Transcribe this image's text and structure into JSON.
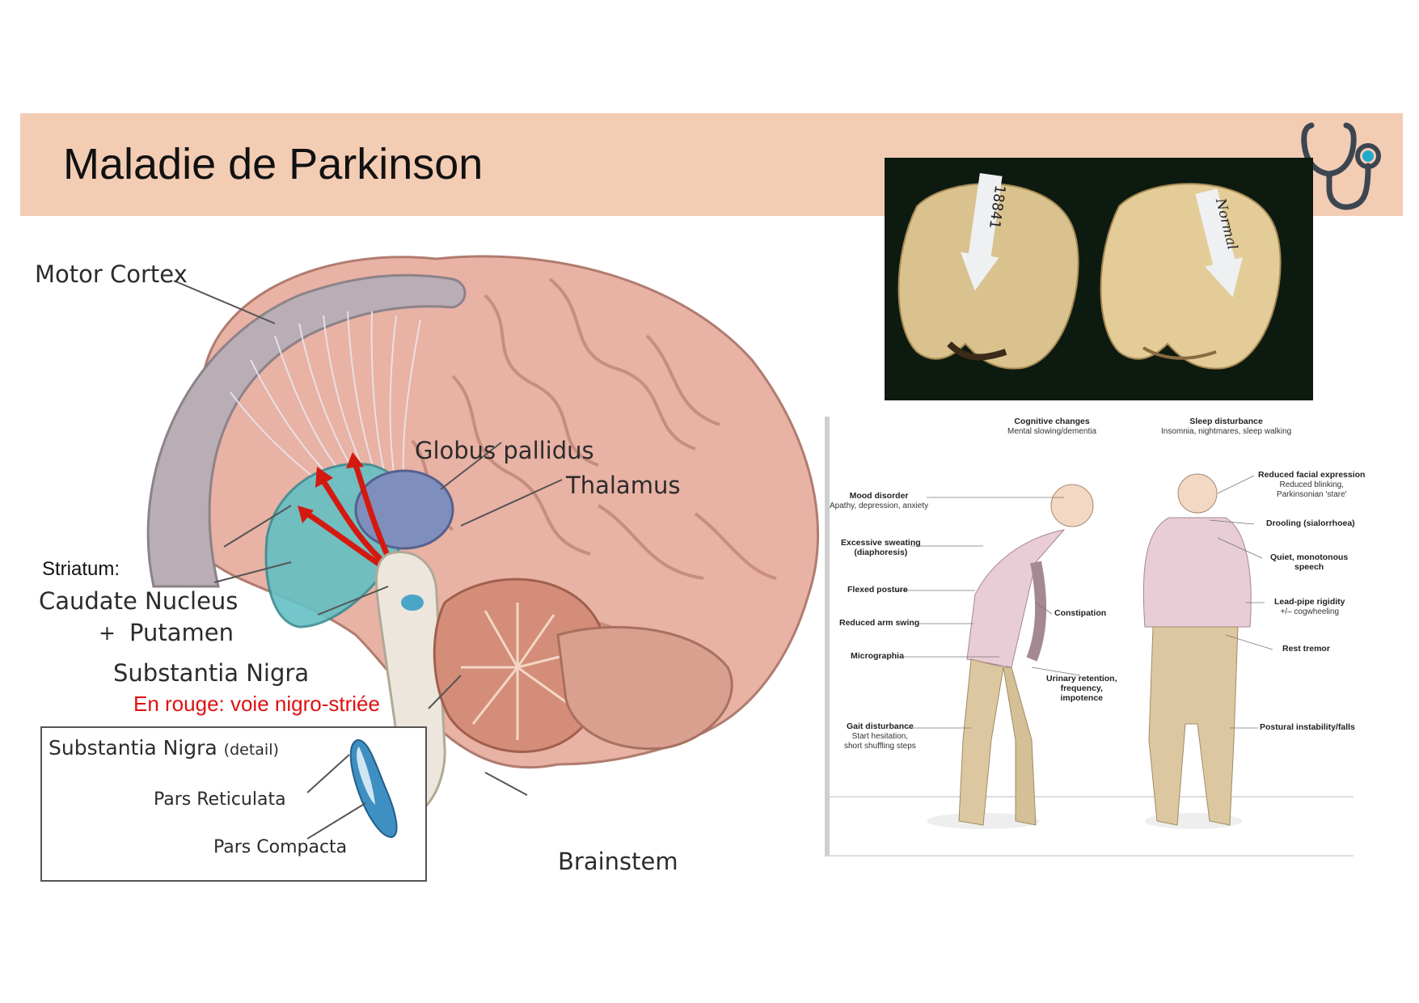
{
  "title": "Maladie de Parkinson",
  "brain": {
    "motor_cortex": "Motor Cortex",
    "globus_pallidus": "Globus pallidus",
    "thalamus": "Thalamus",
    "striatum": "Striatum:",
    "caudate": "Caudate Nucleus",
    "plus": "+",
    "putamen": "Putamen",
    "substantia_nigra": "Substantia Nigra",
    "note": "En rouge: voie nigro-striée",
    "detail_title": "Substantia Nigra",
    "detail_suffix": "(detail)",
    "pars_reticulata": "Pars Reticulata",
    "pars_compacta": "Pars Compacta",
    "brainstem": "Brainstem"
  },
  "photo": {
    "left_tag": "18841",
    "right_tag": "Normal"
  },
  "symptoms": {
    "cognitive_title": "Cognitive changes",
    "cognitive_sub": "Mental slowing/dementia",
    "sleep_title": "Sleep disturbance",
    "sleep_sub": "Insomnia, nightmares, sleep walking",
    "mood_title": "Mood disorder",
    "mood_sub": "Apathy, depression, anxiety",
    "sweat_title": "Excessive sweating",
    "sweat_sub": "(diaphoresis)",
    "flexed": "Flexed posture",
    "arm_swing": "Reduced arm swing",
    "micrographia": "Micrographia",
    "gait_title": "Gait disturbance",
    "gait_sub1": "Start hesitation,",
    "gait_sub2": "short shuffling steps",
    "constipation": "Constipation",
    "urinary1": "Urinary retention,",
    "urinary2": "frequency,",
    "urinary3": "impotence",
    "facial_title": "Reduced facial expression",
    "facial_sub1": "Reduced blinking,",
    "facial_sub2": "Parkinsonian 'stare'",
    "drooling": "Drooling (sialorrhoea)",
    "speech1": "Quiet, monotonous",
    "speech2": "speech",
    "rigidity_title": "Lead-pipe rigidity",
    "rigidity_sub": "+/– cogwheeling",
    "tremor": "Rest tremor",
    "postural": "Postural instability/falls"
  },
  "icons": {
    "header_icon": "stethoscope-icon"
  },
  "colors": {
    "title_bar": "#f3ccb4",
    "note_red": "#e01010",
    "stetho_accent": "#22aacc"
  }
}
